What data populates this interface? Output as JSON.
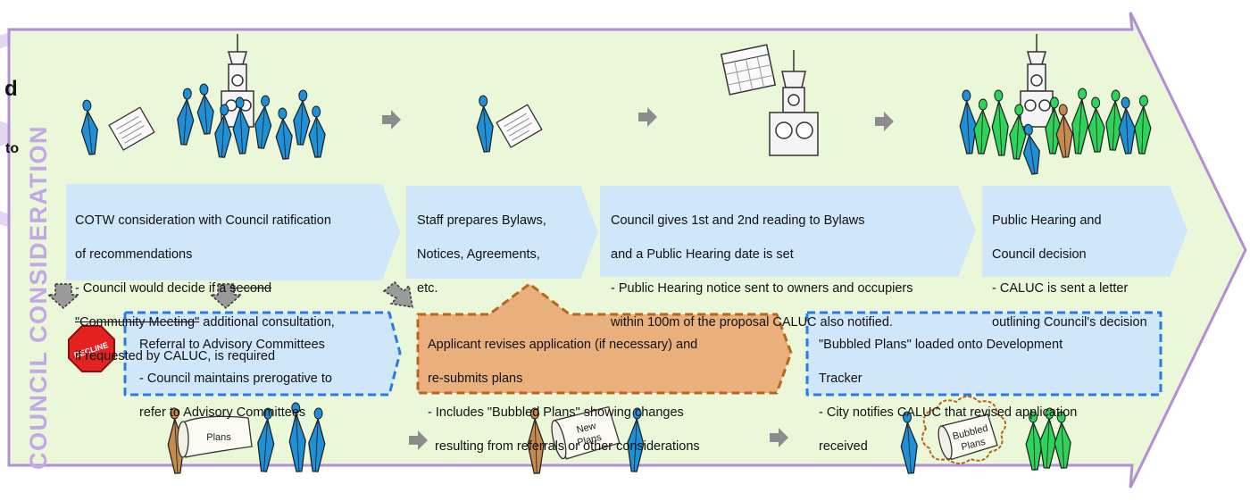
{
  "side_title": "COUNCIL CONSIDERATION",
  "fragments": {
    "left_d": "d",
    "left_to": "to"
  },
  "colors": {
    "band_fill": "#eaf7d9",
    "band_border": "#b18ed6",
    "box_blue": "#cfe6fb",
    "box_orange": "#e9b07d",
    "dash_blue": "#2c7be5",
    "dash_orange": "#b8661e",
    "arrow_grey": "#8c8c8c",
    "title_purple": "#c3a8e6"
  },
  "steps": {
    "cotw": {
      "line1": "COTW consideration with Council ratification",
      "line2": "of recommendations",
      "line3_prefix": "- Council would decide if a ",
      "line3_strike": "second",
      "line4_strike": "\"Community Meeting\"",
      "line4_rest": " additional consultation,",
      "line5": "if requested by CALUC, is required"
    },
    "staff": {
      "line1": "Staff prepares Bylaws,",
      "line2": "Notices, Agreements,",
      "line3": "etc."
    },
    "reading": {
      "line1": "Council gives 1st and 2nd reading to Bylaws",
      "line2": "and a Public Hearing date is set",
      "line3": "- Public Hearing notice sent to owners and occupiers",
      "line4": "within 100m of the proposal CALUC also notified."
    },
    "hearing": {
      "line1": "Public Hearing and",
      "line2": "Council decision",
      "line3": "- CALUC is sent a letter",
      "line4": "outlining Council's decision"
    },
    "referral": {
      "line1": "Referral to Advisory Committees",
      "line2": "- Council maintains prerogative to",
      "line3": "refer to Advisory Committees"
    },
    "revise": {
      "line1": "Applicant revises application (if necessary) and",
      "line2": "re-submits plans",
      "line3": "- Includes \"Bubbled Plans\" showing changes",
      "line4": "  resulting from referrals or other considerations"
    },
    "bubbled": {
      "line1": "\"Bubbled Plans\" loaded onto Development",
      "line2": "Tracker",
      "line3": "- City notifies CALUC that revised application",
      "line4": "received"
    }
  },
  "icons": {
    "decline": "DECLINE",
    "plans": "Plans",
    "new_plans_1": "New",
    "new_plans_2": "Plans",
    "bubbled_1": "Bubbled",
    "bubbled_2": "Plans"
  }
}
